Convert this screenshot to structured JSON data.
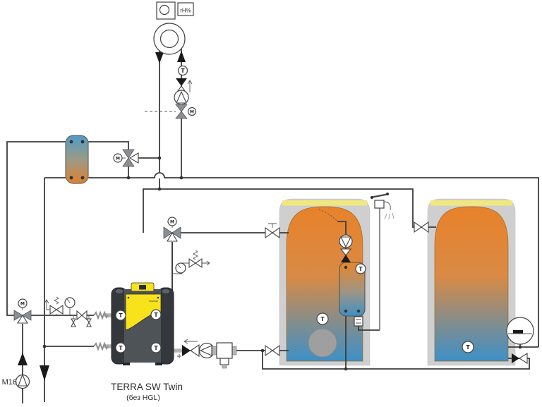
{
  "diagram": {
    "title": "TERRA SW Twin",
    "subtitle": "(без HGL)",
    "labels": {
      "humidity_sensor": "rH%",
      "brine_pump": "M16",
      "temp_sensor": "T",
      "motor": "M"
    },
    "colors": {
      "hot_water": "#e8832a",
      "cold_water": "#3f90c5",
      "pipe": "#3c3c3c",
      "tank_shell": "#cfcfcf",
      "tank_top_strip": "#f0e87c",
      "hp_body": "#4e5358",
      "hp_pillar": "#34383c",
      "hp_panel": "#f7e21b",
      "valve_gray": "#8a8f94",
      "gray_pipe": "#b3b3b3"
    }
  }
}
